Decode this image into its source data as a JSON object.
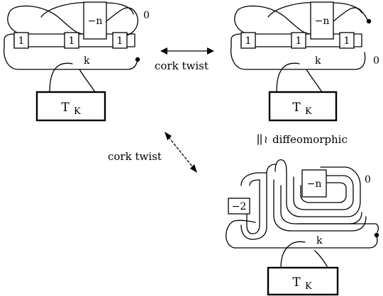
{
  "diagrams": {
    "top_left": {
      "box_left": "1",
      "box_mid": "1",
      "box_right": "1",
      "box_top": "−n",
      "framing": "0",
      "strand": "k",
      "tangle": "T",
      "tangle_sub": "K"
    },
    "top_right": {
      "box_left": "1",
      "box_mid": "1",
      "box_right": "1",
      "box_top": "−n",
      "framing": "0",
      "strand": "k",
      "tangle": "T",
      "tangle_sub": "K"
    },
    "bottom": {
      "box_left": "−2",
      "box_top": "−n",
      "framing": "0",
      "strand": "k",
      "tangle": "T",
      "tangle_sub": "K"
    }
  },
  "labels": {
    "cork_twist_top": "cork twist",
    "cork_twist_diag": "cork twist",
    "congruence_symbol": "≀",
    "diffeomorphic": "diffeomorphic"
  }
}
